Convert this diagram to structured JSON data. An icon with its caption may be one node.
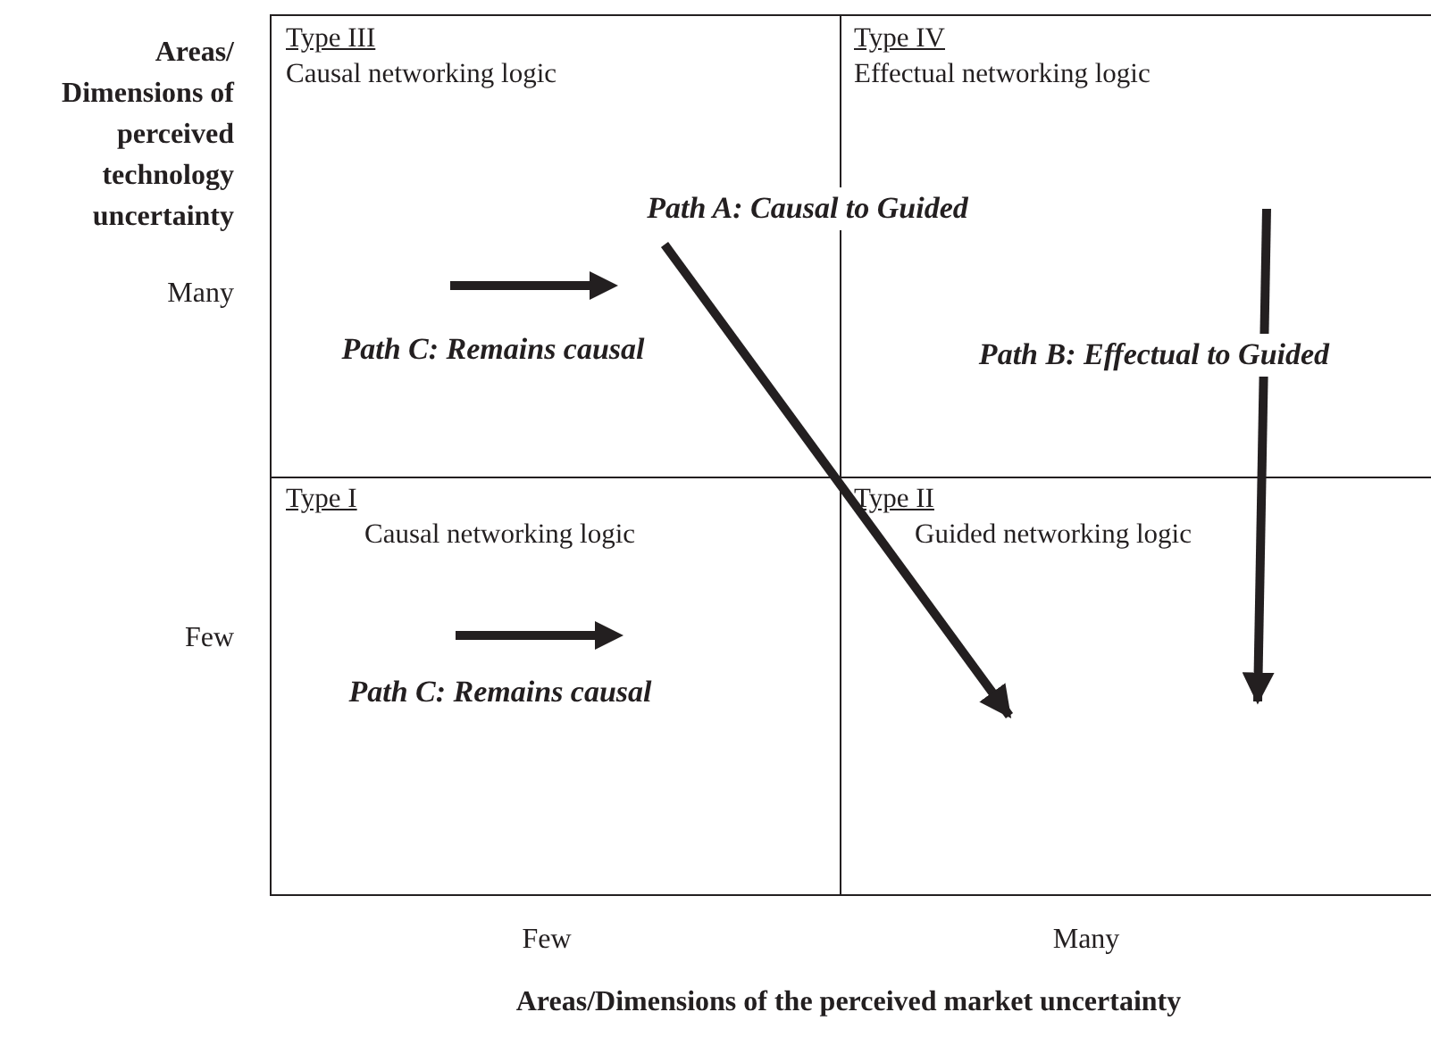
{
  "diagram": {
    "nodes": [
      {
        "text": [
          "Type III",
          "Causal networking logic"
        ]
      },
      {
        "text": [
          "Type IV",
          "Effectual networking logic"
        ]
      },
      {
        "text": [
          "Type I",
          "Causal networking logic"
        ]
      },
      {
        "text": [
          "Type II",
          "Guided networking logic"
        ]
      }
    ],
    "edges": [
      {
        "from": 0,
        "to": 3,
        "arrow": "to",
        "label": "Path A: Causal to Guided"
      },
      {
        "from": 1,
        "to": 3,
        "arrow": "to",
        "label": "Path B: Effectual to Guided"
      }
    ],
    "labels": [
      "Areas/ Dimensions of perceived technology uncertainty",
      "Many",
      "Path C: Remains causal",
      "Few",
      "Path C: Remains causal",
      "Few",
      "Many",
      "Areas/Dimensions of the perceived market uncertainty"
    ]
  }
}
